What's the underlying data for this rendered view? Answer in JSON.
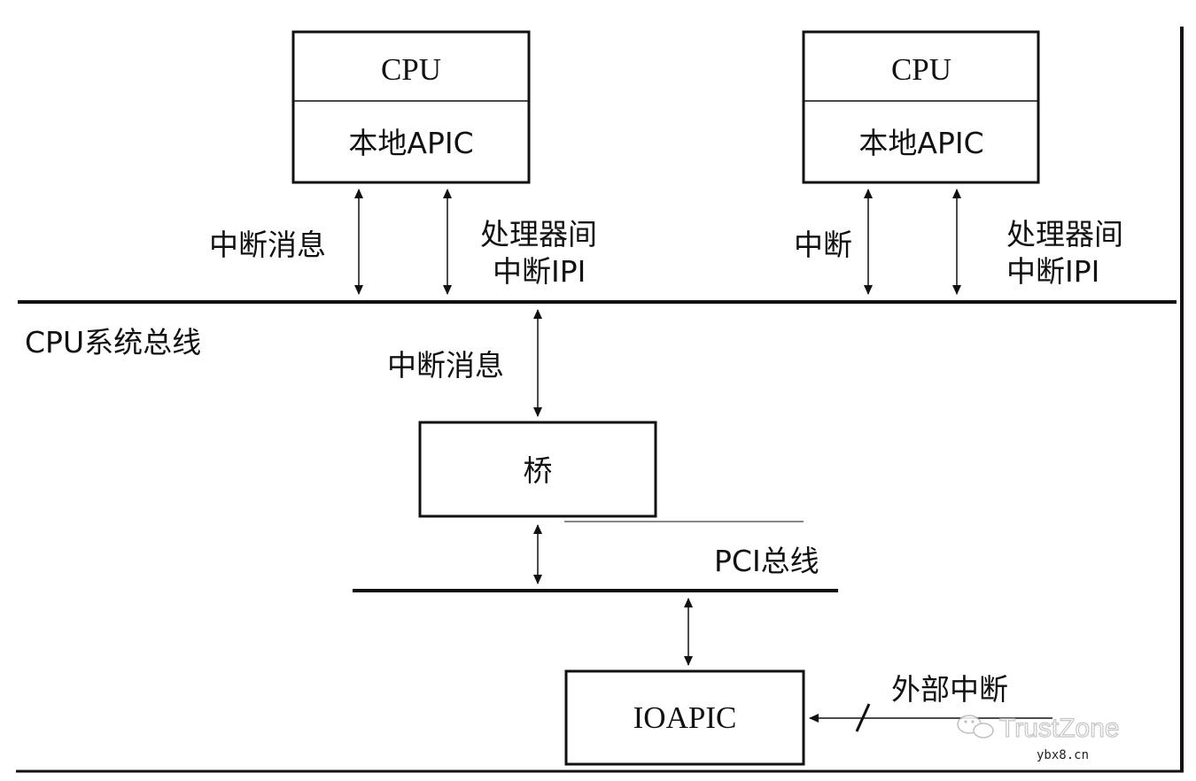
{
  "cpu_left": {
    "title": "CPU",
    "apic": "本地APIC"
  },
  "cpu_right": {
    "title": "CPU",
    "apic": "本地APIC"
  },
  "labels": {
    "left_interrupt_message": "中断消息",
    "left_ipi_line1": "处理器间",
    "left_ipi_line2": "中断IPI",
    "right_interrupt": "中断",
    "right_ipi_line1": "处理器间",
    "right_ipi_line2": "中断IPI",
    "cpu_system_bus": "CPU系统总线",
    "bridge_interrupt_message": "中断消息",
    "pci_bus": "PCI总线",
    "external_interrupt": "外部中断"
  },
  "bridge": {
    "label": "桥"
  },
  "ioapic": {
    "label": "IOAPIC"
  },
  "watermark": {
    "text": "TrustZone",
    "site": "ybx8.cn"
  },
  "colors": {
    "line": "#111111",
    "background": "#ffffff"
  }
}
